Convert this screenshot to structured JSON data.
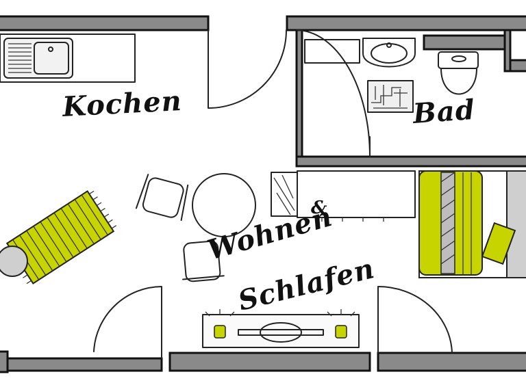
{
  "rooms": {
    "kitchen": "Kochen",
    "bath": "Bad",
    "living_line1": "Wohnen",
    "living_amp": "&",
    "living_line2": "Schlafen"
  },
  "colors": {
    "accent": "#c8d400",
    "wall": "#8a8a8a",
    "ink": "#111111",
    "furniture_grey": "#cfcfcf"
  }
}
